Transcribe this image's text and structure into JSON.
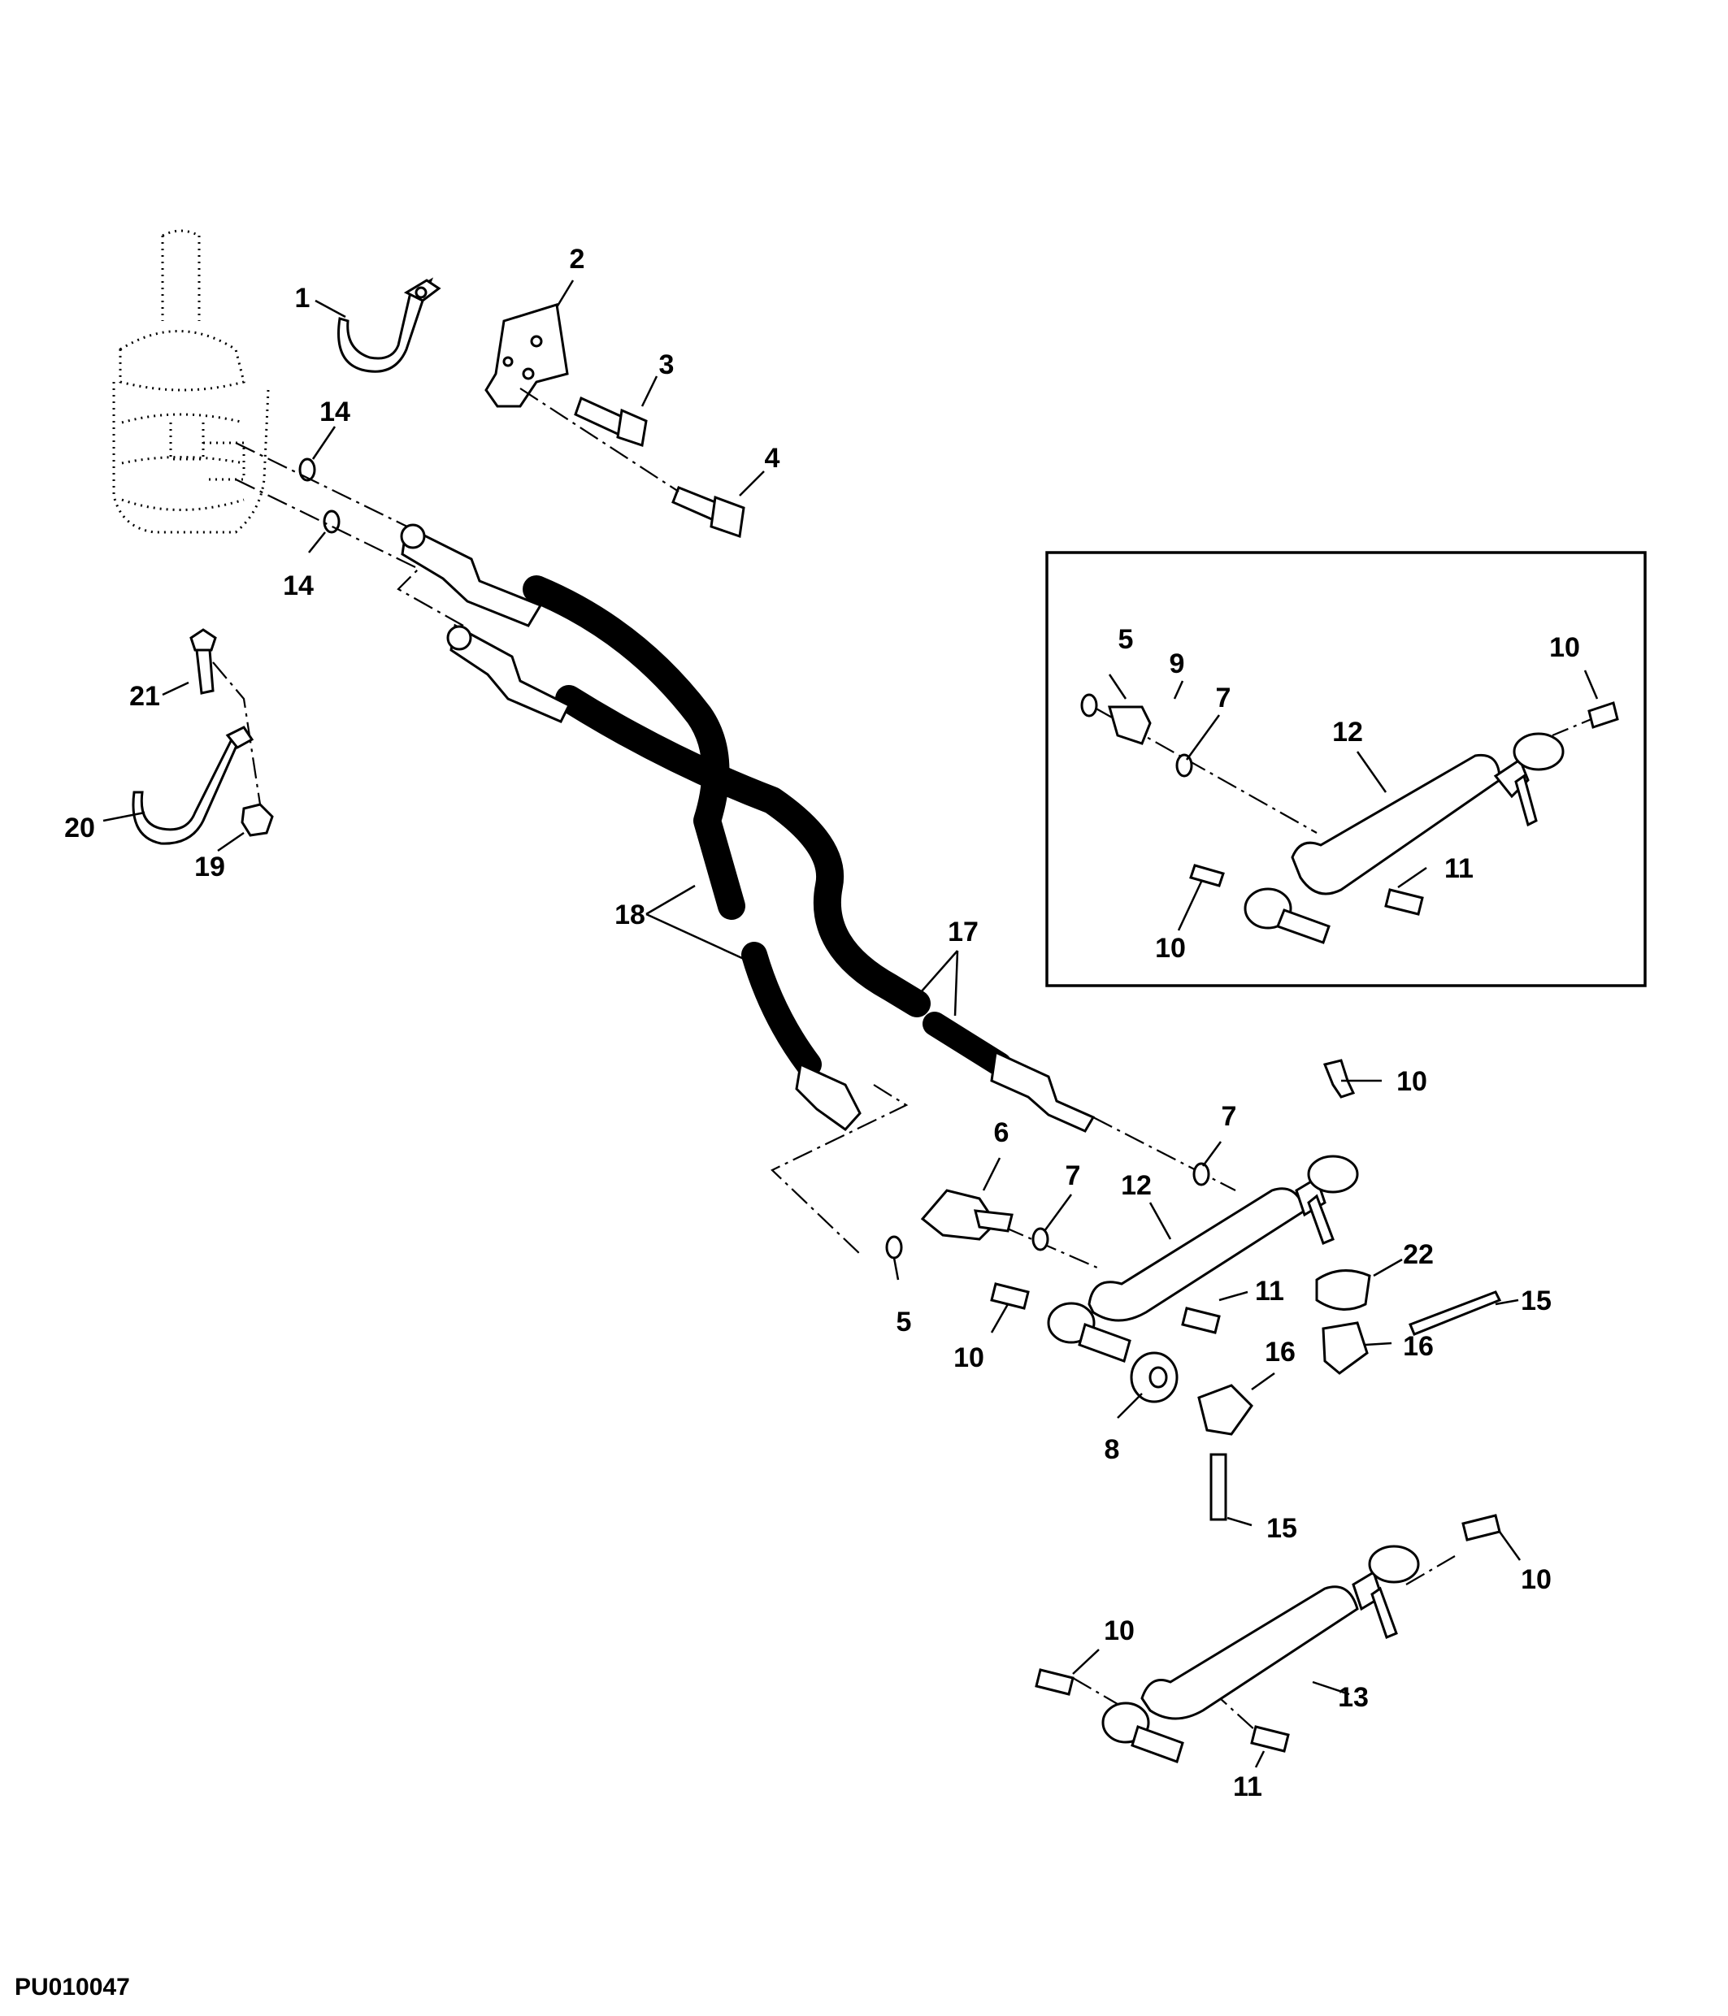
{
  "figure_id": "PU010047",
  "callouts": {
    "c1": "1",
    "c2": "2",
    "c3": "3",
    "c4": "4",
    "c14a": "14",
    "c14b": "14",
    "c21": "21",
    "c20": "20",
    "c19": "19",
    "c18": "18",
    "c17": "17",
    "inset_5": "5",
    "inset_9": "9",
    "inset_7": "7",
    "inset_10a": "10",
    "inset_12": "12",
    "inset_10b": "10",
    "inset_11": "11",
    "c10a": "10",
    "c7a": "7",
    "c6": "6",
    "c7b": "7",
    "c12": "12",
    "c22": "22",
    "c15a": "15",
    "c11a": "11",
    "c5": "5",
    "c10b": "10",
    "c16a": "16",
    "c16b": "16",
    "c8": "8",
    "c15b": "15",
    "c10c": "10",
    "c10d": "10",
    "c13": "13",
    "c11b": "11"
  }
}
